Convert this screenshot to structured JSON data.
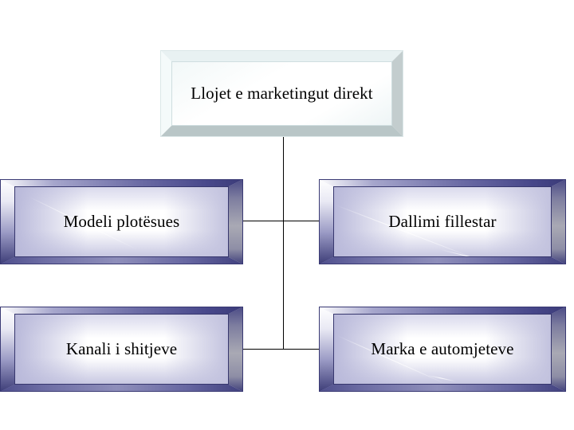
{
  "diagram": {
    "title_node": {
      "label": "Llojet e marketingut direkt"
    },
    "nodes": [
      {
        "label": "Modeli plotësues"
      },
      {
        "label": "Dallimi fillestar"
      },
      {
        "label": "Kanali i shitjeve"
      },
      {
        "label": "Marka e automjeteve"
      }
    ],
    "colors": {
      "background": "#ffffff",
      "connector": "#000000",
      "node_border": "#3a3a74",
      "node_bevel_dark": "#3d3d78",
      "node_bevel_light": "#ffffff",
      "title_bevel_light": "#f4fafa",
      "title_bevel_dark": "#b9c6c7",
      "text": "#000000"
    }
  }
}
